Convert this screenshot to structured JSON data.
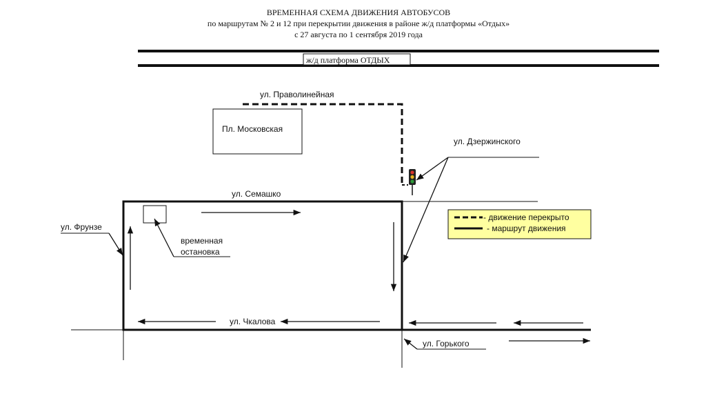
{
  "header": {
    "title": "ВРЕМЕННАЯ СХЕМА ДВИЖЕНИЯ АВТОБУСОВ",
    "subtitle": "по маршрутам № 2 и 12 при перекрытии движения в районе ж/д платформы «Отдых»",
    "dates": "с 27 августа по 1 сентября 2019 года"
  },
  "labels": {
    "platform": "ж/д платформа ОТДЫХ",
    "pravolineynaya": "ул. Праволинейная",
    "moskovskaya": "Пл. Московская",
    "dzerzhinskogo": "ул. Дзержинского",
    "semashko": "ул. Семашко",
    "frunze": "ул. Фрунзе",
    "stop_line1": "временная",
    "stop_line2": "остановка",
    "chkalova": "ул. Чкалова",
    "gorkogo": "ул. Горького"
  },
  "legend": {
    "closed": "- движение перекрыто",
    "route": "- маршрут движения"
  },
  "colors": {
    "legend_bg": "#ffffa0",
    "line": "#111111",
    "light_red": "#d8342c",
    "light_yellow": "#e7b41f",
    "light_green": "#2e9b3a"
  }
}
